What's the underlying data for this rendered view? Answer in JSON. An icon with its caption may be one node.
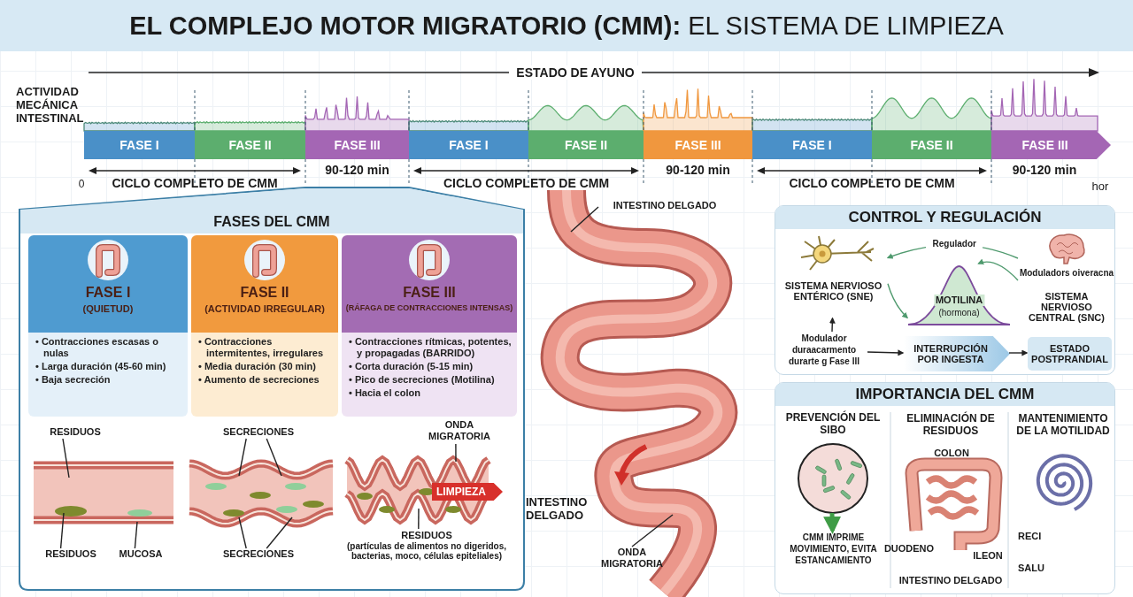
{
  "diagram": {
    "title": "**EL COMPLEJO MOTOR MIGRATORIO (CMM):** EL SISTEMA DE LIMPIEZA",
    "nodes": [
      {
        "text": [
          "FASE I"
        ]
      },
      {
        "text": [
          "FASE II"
        ]
      },
      {
        "text": [
          "FASE III"
        ]
      },
      {
        "text": [
          "FASE I"
        ]
      },
      {
        "text": [
          "FASE II"
        ]
      },
      {
        "text": [
          "FASE III"
        ]
      },
      {
        "text": [
          "FASE I"
        ]
      },
      {
        "text": [
          "FASE II"
        ]
      },
      {
        "text": [
          "FASE III"
        ]
      },
      {
        "text": [
          "FASES DEL CMM"
        ]
      },
      {
        "text": [
          "FASE I",
          "(QUIETUD)",
          "• Contracciones escasas o nulas",
          "• Larga duración (45-60 min)",
          "• Baja secreción"
        ],
        "in": 9
      },
      {
        "text": [
          "FASE II",
          "(ACTIVIDAD IRREGULAR)",
          "• Contracciones intermitentes, irregulares",
          "• Media duración (30 min)",
          "• Aumento de secreciones"
        ],
        "in": 9
      },
      {
        "text": [
          "FASE III",
          "(RÁFAGA DE CONTRACCIONES INTENSAS)",
          "• Contracciones rítmicas, potentes, y propagadas (BARRIDO)",
          "• Corta duración (5-15 min)",
          "• Pico de secreciones (Motilina)",
          "• Hacia el colon"
        ],
        "in": 9
      },
      {
        "text": [
          "RESIDUOS"
        ],
        "in": 9
      },
      {
        "text": [
          "RESIDUOS"
        ],
        "in": 9
      },
      {
        "text": [
          "MUCOSA"
        ],
        "in": 9
      },
      {
        "text": [
          "SECRECIONES"
        ],
        "in": 9
      },
      {
        "text": [
          "SECRECIONES"
        ],
        "in": 9
      },
      {
        "text": [
          "ONDA MIGRATORIA"
        ],
        "in": 9
      },
      {
        "text": [
          "RESIDUOS",
          "(partículas de alimentos no digeridos, bacterias, moco, células epiteliales)"
        ],
        "in": 9
      },
      {
        "text": [
          "INTESTINO DELGADO"
        ]
      },
      {
        "text": [
          "ONDA MIGRATORIA"
        ]
      },
      {
        "text": [
          "CONTROL Y REGULACIÓN"
        ]
      },
      {
        "text": [
          "SISTEMA NERVIOSO ENTÉRICO (SNE)"
        ],
        "in": 22
      },
      {
        "text": [
          "MOTILINA",
          "(hormona)"
        ],
        "in": 22
      },
      {
        "text": [
          "Moduladors oiveracna",
          "SISTEMA NERVIOSO CENTRAL (SNC)"
        ],
        "in": 22
      },
      {
        "text": [
          "Modulador duraacarmento durarte g Fase III"
        ],
        "in": 22
      },
      {
        "text": [
          "INTERRUPCIÓN POR INGESTA"
        ],
        "in": 22
      },
      {
        "text": [
          "ESTADO POSTPRANDIAL"
        ],
        "in": 22
      },
      {
        "text": [
          "IMPORTANCIA DEL CMM"
        ]
      },
      {
        "text": [],
        "shape": "circle",
        "in": 29,
        "beside": [
          "PREVENCIÓN DEL SIBO"
        ]
      },
      {
        "text": [
          "CMM IMPRIME MOVIMIENTO, EVITA ESTANCAMIENTO"
        ],
        "in": 29
      }
    ],
    "edges": [
      {
        "from": 13,
        "to": null,
        "arrow": "none"
      },
      {
        "from": 14,
        "to": null,
        "arrow": "none"
      },
      {
        "from": 15,
        "to": null,
        "arrow": "none"
      },
      {
        "from": 16,
        "to": null,
        "arrow": "none"
      },
      {
        "from": 16,
        "to": null,
        "arrow": "none"
      },
      {
        "from": 17,
        "to": null,
        "arrow": "none"
      },
      {
        "from": 17,
        "to": null,
        "arrow": "none"
      },
      {
        "from": 18,
        "to": null,
        "arrow": "none"
      },
      {
        "from": 19,
        "to": null,
        "arrow": "none"
      },
      {
        "from": 20,
        "to": null,
        "arrow": "none"
      },
      {
        "from": 21,
        "to": null,
        "arrow": "none"
      },
      {
        "from": 25,
        "to": 23,
        "arrow": "to",
        "label": "Regulador",
        "color": "#4f9a6e"
      },
      {
        "from": 25,
        "to": 24,
        "arrow": "to",
        "color": "#4f9a6e"
      },
      {
        "from": 23,
        "to": 24,
        "arrow": "to",
        "color": "#4f9a6e"
      },
      {
        "from": 26,
        "to": 23,
        "arrow": "to"
      },
      {
        "from": 26,
        "to": 27,
        "arrow": "to"
      },
      {
        "from": 27,
        "to": 28,
        "arrow": "to"
      },
      {
        "from": 30,
        "to": 31,
        "arrow": "to",
        "style": "thick",
        "color": "#3f9c46"
      }
    ],
    "labels": [
      "ACTIVIDAD MECÁNICA INTESTINAL",
      "ESTADO DE AYUNO",
      "0",
      "CICLO COMPLETO DE CMM",
      "90-120 min",
      "CICLO COMPLETO DE CMM",
      "90-120 min",
      "CICLO COMPLETO DE CMM",
      "90-120 min",
      "hor",
      "LIMPIEZA",
      "INTESTINO DELGADO",
      "ELIMINACIÓN DE RESIDUOS",
      "MANTENIMIENTO DE LA MOTILIDAD",
      "COLON",
      "DUODENO",
      "ILEON",
      "INTESTINO DELGADO",
      "RECI",
      "SALU"
    ]
  }
}
